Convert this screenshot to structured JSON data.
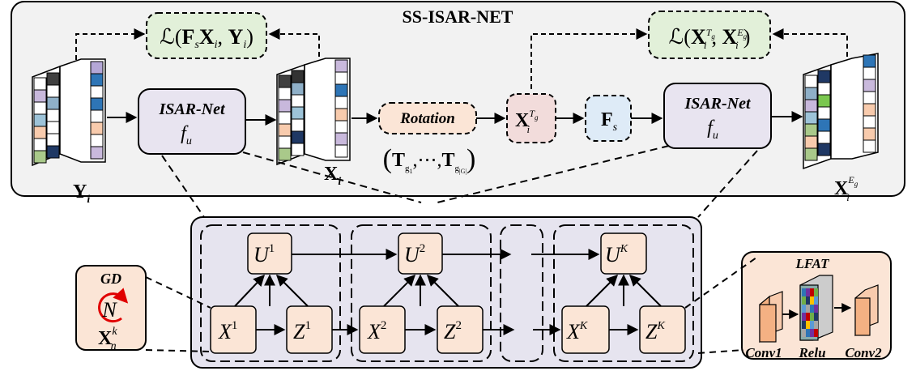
{
  "title": "SS-ISAR-NET",
  "loss_left": "ℒ(F",
  "loss_left_parts": {
    "open": "ℒ(",
    "Fs": "F",
    "s": "s",
    "X": "X",
    "i": "i",
    "comma": ", ",
    "Y": "Y",
    "close": ")"
  },
  "loss_right_parts": {
    "open": "ℒ(",
    "X": "X",
    "i": "i",
    "Tg": "T",
    "g": "g",
    "comma": ", ",
    "Eg": "E"
  },
  "isarnet1": {
    "name": "ISAR-Net",
    "f": "f",
    "u": "u"
  },
  "isarnet2": {
    "name": "ISAR-Net",
    "f": "f",
    "u": "u"
  },
  "rotation": {
    "label": "Rotation"
  },
  "rotation_set": {
    "T": "T",
    "g1": "g",
    "sub1": "1",
    "dots": ",⋯,",
    "gG": "g",
    "subG": "|G|"
  },
  "Fs_box": {
    "F": "F",
    "s": "s"
  },
  "labels": {
    "Y": "Y",
    "i": "i",
    "X": "X",
    "T": "T",
    "g": "g",
    "E": "E"
  },
  "gd": {
    "title": "GD",
    "N": "N",
    "X": "X",
    "n": "n",
    "k": "k"
  },
  "unfold": {
    "U1": "U",
    "U2": "U",
    "UK": "U",
    "X1": "X",
    "X2": "X",
    "XK": "X",
    "Z1": "Z",
    "Z2": "Z",
    "ZK": "Z",
    "sup1": "1",
    "sup2": "2",
    "supK": "K"
  },
  "lfat": {
    "title": "LFAT",
    "conv1": "Conv1",
    "relu": "Relu",
    "conv2": "Conv2"
  },
  "colors": {
    "panel_top": "#f2f2f2",
    "panel_bottom": "#e6e4ef",
    "loss_box": "#e2f0d9",
    "isar_box": "#e8e4f0",
    "rotation_box": "#fbe5d6",
    "xtg_box": "#f2dcdb",
    "fs_box": "#deebf7",
    "node_fill": "#fbe5d6",
    "gd_fill": "#fbe5d6",
    "lfat_fill": "#fbe5d6",
    "conv_fill": "#f4b183",
    "arrow_red": "#e00000"
  }
}
